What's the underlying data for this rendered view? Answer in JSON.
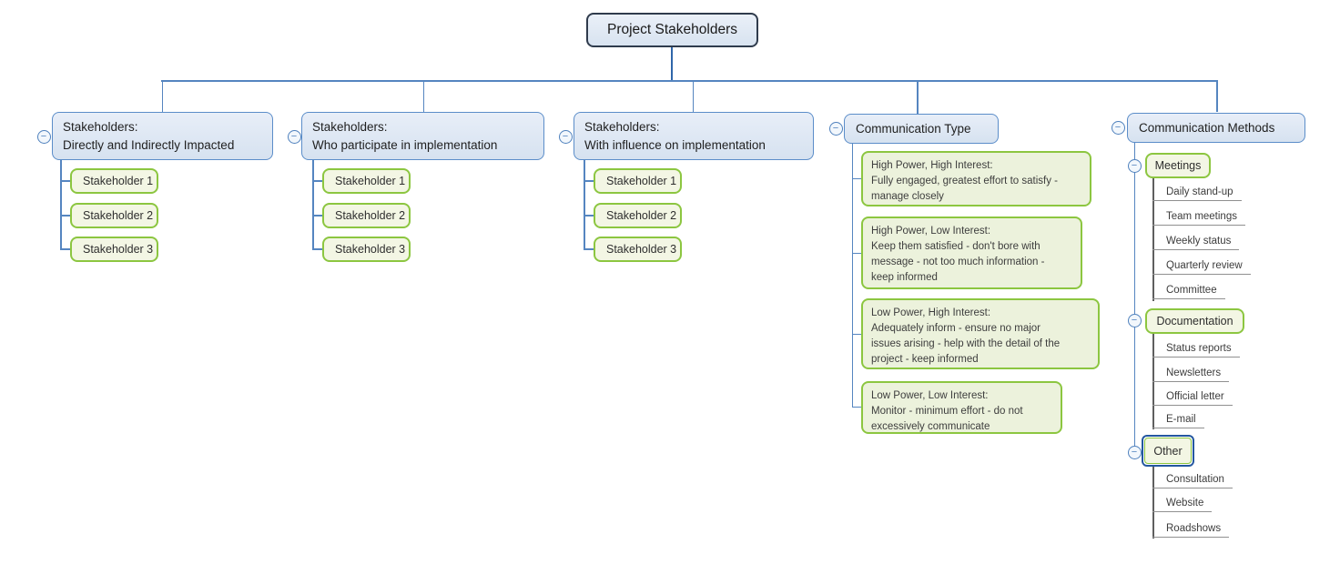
{
  "glyphs": {
    "collapse": "−"
  },
  "colors": {
    "connector_blue": "#5585c0",
    "root_border": "#2f3b4c",
    "topic_fill_blue": "#dbe6f3",
    "topic_border_blue": "#5b8dc9",
    "green_border": "#8cc640",
    "green_fill": "#f3f6e4",
    "note_fill": "#ecf2dc",
    "selection_border": "#2457a0",
    "subline_gray": "#5f5f5f"
  },
  "root": {
    "label": "Project Stakeholders"
  },
  "branches": [
    {
      "lines": [
        "Stakeholders:",
        "Directly and Indirectly Impacted"
      ],
      "children": [
        "Stakeholder 1",
        "Stakeholder 2",
        "Stakeholder 3"
      ]
    },
    {
      "lines": [
        "Stakeholders:",
        "Who participate in implementation"
      ],
      "children": [
        "Stakeholder 1",
        "Stakeholder 2",
        "Stakeholder 3"
      ]
    },
    {
      "lines": [
        "Stakeholders:",
        "With influence on implementation"
      ],
      "children": [
        "Stakeholder 1",
        "Stakeholder 2",
        "Stakeholder 3"
      ]
    },
    {
      "label": "Communication Type",
      "notes": [
        {
          "heading": "High Power, High Interest:",
          "lines": [
            "Fully engaged, greatest effort to satisfy -",
            "manage closely"
          ]
        },
        {
          "heading": "High Power, Low Interest:",
          "lines": [
            "Keep them satisfied - don't bore with",
            "message - not too much information -",
            "keep informed"
          ]
        },
        {
          "heading": "Low Power, High Interest:",
          "lines": [
            "Adequately inform - ensure no major",
            "issues arising - help with the detail of the",
            "project - keep informed"
          ]
        },
        {
          "heading": "Low Power, Low Interest:",
          "lines": [
            "Monitor - minimum effort - do not",
            "excessively communicate"
          ]
        }
      ]
    },
    {
      "label": "Communication Methods",
      "groups": [
        {
          "label": "Meetings",
          "items": [
            "Daily stand-up",
            "Team meetings",
            "Weekly status",
            "Quarterly review",
            "Committee"
          ]
        },
        {
          "label": "Documentation",
          "items": [
            "Status reports",
            "Newsletters",
            "Official letter",
            "E-mail"
          ]
        },
        {
          "label": "Other",
          "selected": true,
          "items": [
            "Consultation",
            "Website",
            "Roadshows"
          ]
        }
      ]
    }
  ]
}
